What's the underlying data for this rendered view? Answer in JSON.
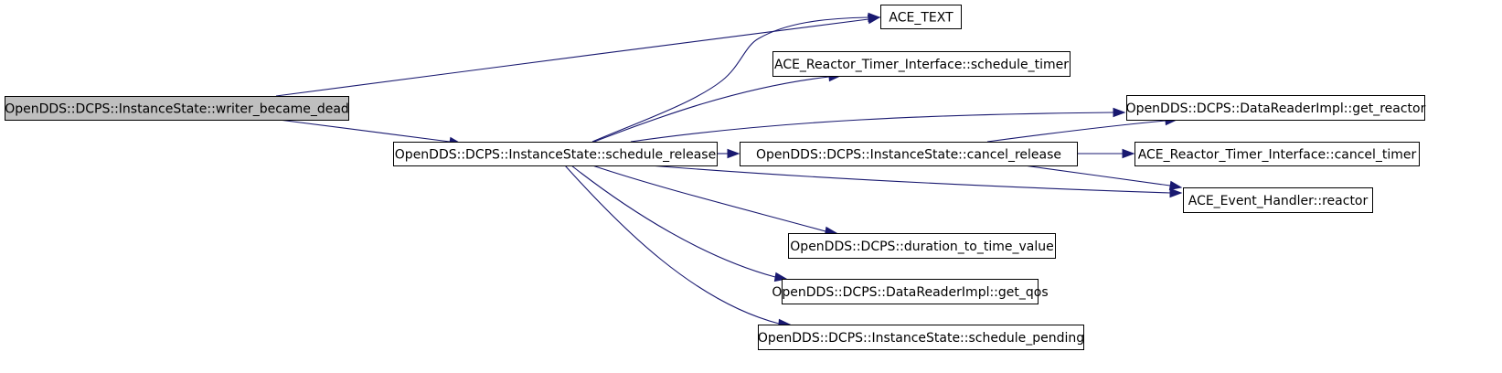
{
  "diagram": {
    "type": "call-graph",
    "colors": {
      "edge": "#191970",
      "root_fill": "#bfbfbf",
      "node_fill": "#ffffff",
      "border": "#000000"
    },
    "nodes": [
      {
        "id": "writer_became_dead",
        "label": "OpenDDS::DCPS::InstanceState::writer_became_dead",
        "root": true
      },
      {
        "id": "schedule_release",
        "label": "OpenDDS::DCPS::InstanceState::schedule_release"
      },
      {
        "id": "ace_text",
        "label": "ACE_TEXT"
      },
      {
        "id": "schedule_timer",
        "label": "ACE_Reactor_Timer_Interface::schedule_timer"
      },
      {
        "id": "get_reactor",
        "label": "OpenDDS::DCPS::DataReaderImpl::get_reactor"
      },
      {
        "id": "cancel_release",
        "label": "OpenDDS::DCPS::InstanceState::cancel_release"
      },
      {
        "id": "cancel_timer",
        "label": "ACE_Reactor_Timer_Interface::cancel_timer"
      },
      {
        "id": "reactor",
        "label": "ACE_Event_Handler::reactor"
      },
      {
        "id": "duration_to_time_value",
        "label": "OpenDDS::DCPS::duration_to_time_value"
      },
      {
        "id": "get_qos",
        "label": "OpenDDS::DCPS::DataReaderImpl::get_qos"
      },
      {
        "id": "schedule_pending",
        "label": "OpenDDS::DCPS::InstanceState::schedule_pending"
      }
    ],
    "edges": [
      {
        "from": "writer_became_dead",
        "to": "ace_text"
      },
      {
        "from": "writer_became_dead",
        "to": "schedule_release"
      },
      {
        "from": "schedule_release",
        "to": "ace_text"
      },
      {
        "from": "schedule_release",
        "to": "schedule_timer"
      },
      {
        "from": "schedule_release",
        "to": "get_reactor"
      },
      {
        "from": "schedule_release",
        "to": "cancel_release"
      },
      {
        "from": "schedule_release",
        "to": "reactor"
      },
      {
        "from": "schedule_release",
        "to": "duration_to_time_value"
      },
      {
        "from": "schedule_release",
        "to": "get_qos"
      },
      {
        "from": "schedule_release",
        "to": "schedule_pending"
      },
      {
        "from": "cancel_release",
        "to": "get_reactor"
      },
      {
        "from": "cancel_release",
        "to": "cancel_timer"
      },
      {
        "from": "cancel_release",
        "to": "reactor"
      }
    ]
  }
}
